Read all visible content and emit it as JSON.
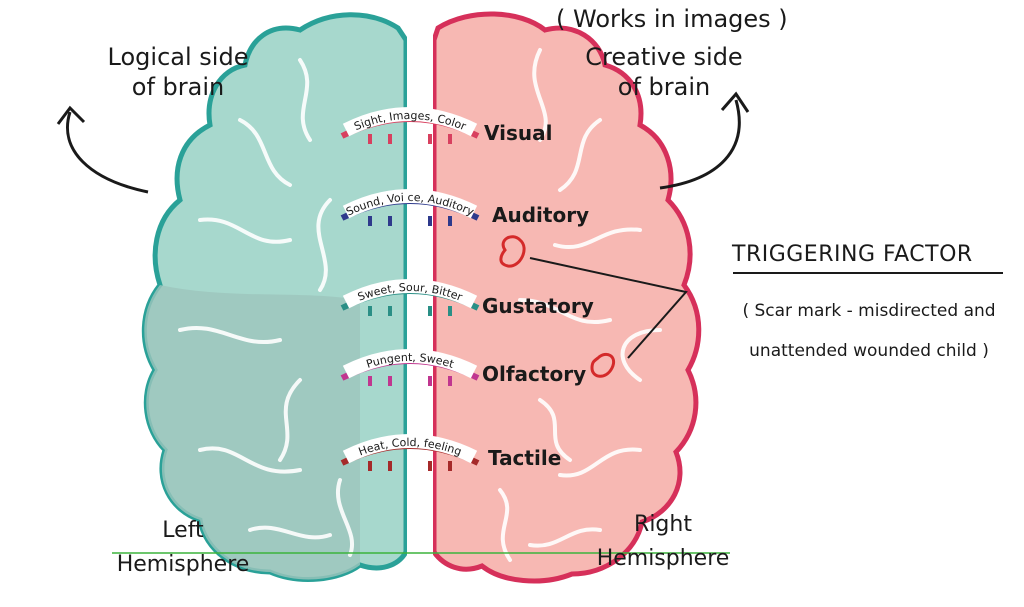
{
  "labels": {
    "left_side": [
      "Logical side",
      "of brain"
    ],
    "right_note": "( Works in images )",
    "right_side": [
      "Creative side",
      "of brain"
    ],
    "left_hemisphere": [
      "Left",
      "Hemisphere"
    ],
    "right_hemisphere": [
      "Right",
      "Hemisphere"
    ]
  },
  "senses": [
    {
      "name": "Visual",
      "arc_text": "Sight, Images, Color",
      "color": "#d8405f"
    },
    {
      "name": "Auditory",
      "arc_text": "Sound, Voi    ce, Auditory",
      "color": "#2e3a8c"
    },
    {
      "name": "Gustatory",
      "arc_text": "Sweet, Sour, Bitter",
      "color": "#2a8f86"
    },
    {
      "name": "Olfactory",
      "arc_text": "Pungent,      Sweet",
      "color": "#c0368f"
    },
    {
      "name": "Tactile",
      "arc_text": "Heat, Cold, feeling",
      "color": "#a52a2a"
    }
  ],
  "trigger": {
    "title": "TRIGGERING FACTOR",
    "lines": [
      "( Scar mark - misdirected and",
      "unattended wounded child )"
    ]
  },
  "colors": {
    "left_fill": "#a7d8cd",
    "left_fill_dark": "#9ec5bd",
    "left_outline": "#2aa198",
    "right_fill": "#f7b8b3",
    "right_outline": "#d6305a",
    "scar": "#d42a2a",
    "baseline": "#3cb43c"
  }
}
